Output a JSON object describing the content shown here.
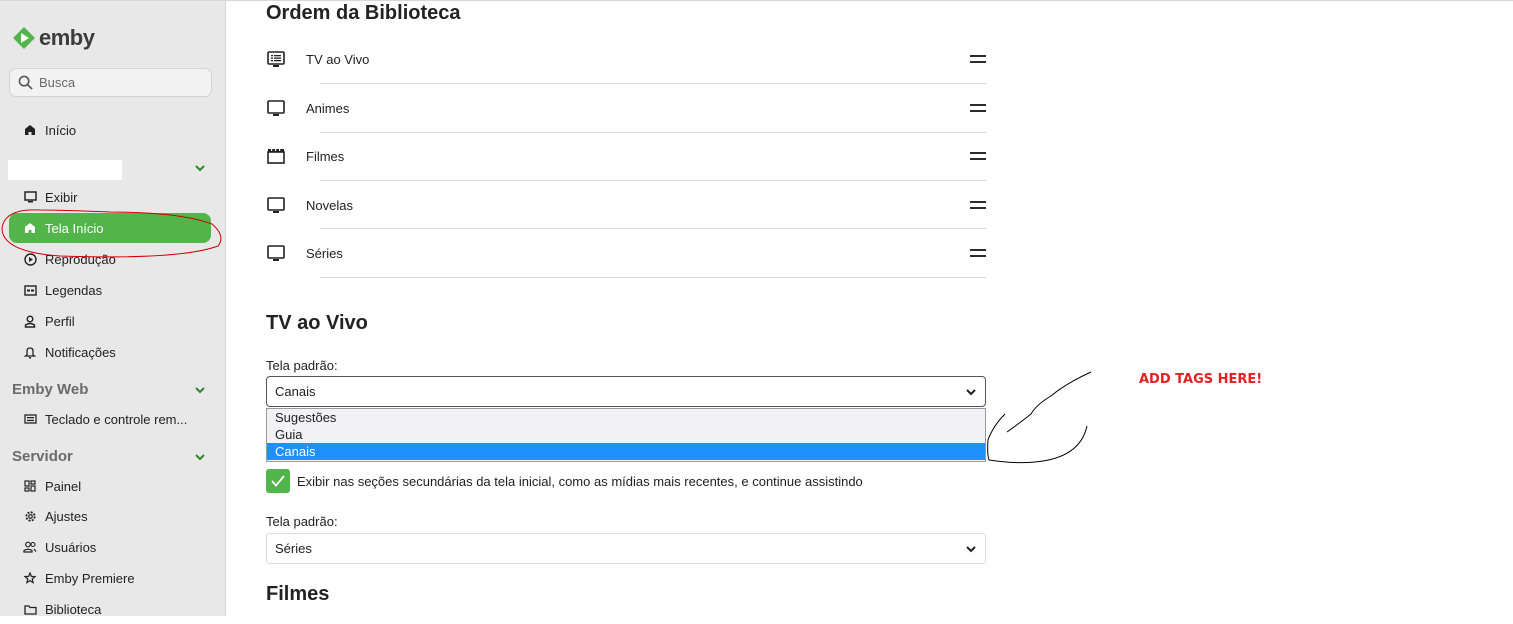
{
  "app": {
    "name": "emby",
    "brand_color": "#52b54b"
  },
  "sidebar": {
    "search": {
      "placeholder": "Busca",
      "value": ""
    },
    "home": {
      "label": "Início",
      "icon": "home-icon"
    },
    "user_section": {
      "title": "",
      "items": [
        {
          "label": "Exibir",
          "icon": "monitor-icon"
        },
        {
          "label": "Tela Início",
          "icon": "home-icon",
          "active": true
        },
        {
          "label": "Reprodução",
          "icon": "play-circle-icon"
        },
        {
          "label": "Legendas",
          "icon": "closed-captions-icon"
        },
        {
          "label": "Perfil",
          "icon": "person-icon"
        },
        {
          "label": "Notificações",
          "icon": "bell-icon"
        }
      ]
    },
    "emby_web": {
      "title": "Emby Web",
      "items": [
        {
          "label": "Teclado e controle rem...",
          "icon": "keyboard-icon"
        }
      ]
    },
    "servidor": {
      "title": "Servidor",
      "items": [
        {
          "label": "Painel",
          "icon": "dashboard-icon"
        },
        {
          "label": "Ajustes",
          "icon": "gear-icon"
        },
        {
          "label": "Usuários",
          "icon": "users-icon"
        },
        {
          "label": "Emby Premiere",
          "icon": "star-icon"
        },
        {
          "label": "Biblioteca",
          "icon": "folder-icon"
        }
      ]
    }
  },
  "main": {
    "library_order": {
      "title": "Ordem da Biblioteca",
      "items": [
        {
          "label": "TV ao Vivo",
          "icon": "live-tv-icon"
        },
        {
          "label": "Animes",
          "icon": "tv-icon"
        },
        {
          "label": "Filmes",
          "icon": "movie-clapper-icon"
        },
        {
          "label": "Novelas",
          "icon": "tv-icon"
        },
        {
          "label": "Séries",
          "icon": "tv-icon"
        }
      ]
    },
    "live_tv": {
      "title": "TV ao Vivo",
      "default_screen_label": "Tela padrão:",
      "default_screen_value": "Canais",
      "dropdown_options": [
        "Sugestões",
        "Guia",
        "Canais"
      ],
      "selected_option": "Canais",
      "show_secondary_label": "Exibir nas seções secundárias da tela inicial, como as mídias mais recentes, e continue assistindo",
      "show_secondary_checked": true,
      "second_default_label": "Tela padrão:",
      "second_default_value": "Séries"
    },
    "next_section_title": "Filmes"
  },
  "annotation": {
    "text": "ADD TAGS HERE!",
    "color": "#e52020"
  }
}
